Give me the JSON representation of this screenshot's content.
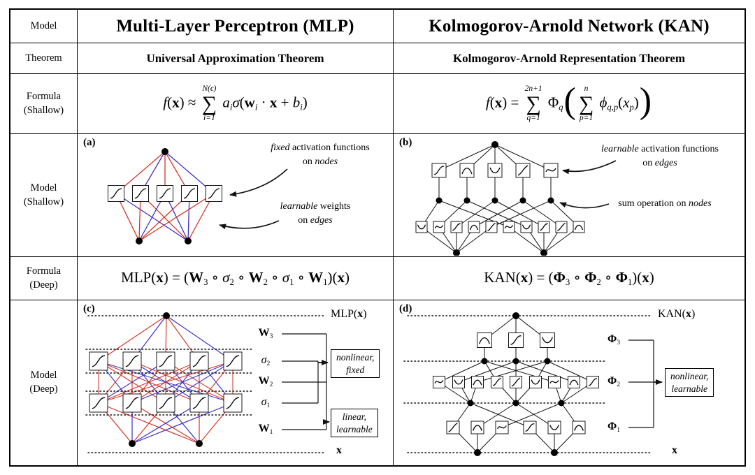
{
  "figure": {
    "row_labels": [
      [
        "Model"
      ],
      [
        "Theorem"
      ],
      [
        "Formula",
        "(Shallow)"
      ],
      [
        "Model",
        "(Shallow)"
      ],
      [
        "Formula",
        "(Deep)"
      ],
      [
        "Model",
        "(Deep)"
      ]
    ],
    "headers": {
      "mlp": "Multi-Layer Perceptron (MLP)",
      "kan": "Kolmogorov-Arnold Network (KAN)"
    },
    "theorems": {
      "mlp": "Universal Approximation Theorem",
      "kan": "Kolmogorov-Arnold Representation Theorem"
    },
    "formulas": {
      "mlp_shallow": [
        {
          "t": "f",
          "i": 1
        },
        {
          "t": "("
        },
        {
          "t": "x",
          "b": 1
        },
        {
          "t": ") ≈ "
        },
        {
          "sum": {
            "top": "N(ϵ)",
            "bot": "i=1"
          }
        },
        {
          "t": " "
        },
        {
          "t": "a",
          "i": 1
        },
        {
          "t": "i",
          "i": 1,
          "sub": 1
        },
        {
          "t": "σ",
          "i": 1
        },
        {
          "t": "("
        },
        {
          "t": "w",
          "b": 1
        },
        {
          "t": "i",
          "i": 1,
          "sub": 1
        },
        {
          "t": " · "
        },
        {
          "t": "x",
          "b": 1
        },
        {
          "t": " + "
        },
        {
          "t": "b",
          "i": 1
        },
        {
          "t": "i",
          "i": 1,
          "sub": 1
        },
        {
          "t": ")"
        }
      ],
      "kan_shallow": [
        {
          "t": "f",
          "i": 1
        },
        {
          "t": "("
        },
        {
          "t": "x",
          "b": 1
        },
        {
          "t": ") = "
        },
        {
          "sum": {
            "top": "2n+1",
            "bot": "q=1"
          }
        },
        {
          "t": " Φ"
        },
        {
          "t": "q",
          "i": 1,
          "sub": 1
        },
        {
          "big": "("
        },
        {
          "sum": {
            "top": "n",
            "bot": "p=1"
          }
        },
        {
          "t": " "
        },
        {
          "t": "ϕ",
          "i": 1
        },
        {
          "t": "q,p",
          "i": 1,
          "sub": 1
        },
        {
          "t": "("
        },
        {
          "t": "x",
          "i": 1
        },
        {
          "t": "p",
          "i": 1,
          "sub": 1
        },
        {
          "t": ")"
        },
        {
          "big": ")"
        }
      ],
      "mlp_deep": [
        {
          "t": "MLP("
        },
        {
          "t": "x",
          "b": 1
        },
        {
          "t": ") = ("
        },
        {
          "t": "W",
          "b": 1
        },
        {
          "t": "3",
          "sub": 1
        },
        {
          "t": " ∘ "
        },
        {
          "t": "σ",
          "i": 1
        },
        {
          "t": "2",
          "sub": 1
        },
        {
          "t": " ∘ "
        },
        {
          "t": "W",
          "b": 1
        },
        {
          "t": "2",
          "sub": 1
        },
        {
          "t": " ∘ "
        },
        {
          "t": "σ",
          "i": 1
        },
        {
          "t": "1",
          "sub": 1
        },
        {
          "t": " ∘ "
        },
        {
          "t": "W",
          "b": 1
        },
        {
          "t": "1",
          "sub": 1
        },
        {
          "t": ")("
        },
        {
          "t": "x",
          "b": 1
        },
        {
          "t": ")"
        }
      ],
      "kan_deep": [
        {
          "t": "KAN("
        },
        {
          "t": "x",
          "b": 1
        },
        {
          "t": ") = ("
        },
        {
          "t": "Φ",
          "b": 1
        },
        {
          "t": "3",
          "sub": 1
        },
        {
          "t": " ∘ "
        },
        {
          "t": "Φ",
          "b": 1
        },
        {
          "t": "2",
          "sub": 1
        },
        {
          "t": " ∘ "
        },
        {
          "t": "Φ",
          "b": 1
        },
        {
          "t": "1",
          "sub": 1
        },
        {
          "t": ")("
        },
        {
          "t": "x",
          "b": 1
        },
        {
          "t": ")"
        }
      ]
    },
    "diagrams": {
      "a": {
        "tag": "(a)",
        "ann1_l1": [
          {
            "t": "fixed",
            "i": 1
          },
          {
            "t": " activation functions"
          }
        ],
        "ann1_l2": [
          {
            "t": "on "
          },
          {
            "t": "nodes",
            "i": 1
          }
        ],
        "ann2_l1": [
          {
            "t": "learnable",
            "i": 1
          },
          {
            "t": " weights"
          }
        ],
        "ann2_l2": [
          {
            "t": "on "
          },
          {
            "t": "edges",
            "i": 1
          }
        ]
      },
      "b": {
        "tag": "(b)",
        "ann1_l1": [
          {
            "t": "learnable",
            "i": 1
          },
          {
            "t": " activation functions"
          }
        ],
        "ann1_l2": [
          {
            "t": "on "
          },
          {
            "t": "edges",
            "i": 1
          }
        ],
        "ann2_l1": [
          {
            "t": "sum operation on "
          },
          {
            "t": "nodes",
            "i": 1
          }
        ]
      },
      "c": {
        "tag": "(c)",
        "output": [
          {
            "t": "MLP("
          },
          {
            "t": "x",
            "b": 1
          },
          {
            "t": ")"
          }
        ],
        "input": [
          {
            "t": "x",
            "b": 1
          }
        ],
        "labels": [
          [
            {
              "t": "W",
              "b": 1
            },
            {
              "t": "3",
              "sub": 1
            }
          ],
          [
            {
              "t": "σ",
              "i": 1
            },
            {
              "t": "2",
              "sub": 1
            }
          ],
          [
            {
              "t": "W",
              "b": 1
            },
            {
              "t": "2",
              "sub": 1
            }
          ],
          [
            {
              "t": "σ",
              "i": 1
            },
            {
              "t": "1",
              "sub": 1
            }
          ],
          [
            {
              "t": "W",
              "b": 1
            },
            {
              "t": "1",
              "sub": 1
            }
          ]
        ],
        "box1_l1": "nonlinear,",
        "box1_l2": "fixed",
        "box2_l1": "linear,",
        "box2_l2": "learnable"
      },
      "d": {
        "tag": "(d)",
        "output": [
          {
            "t": "KAN("
          },
          {
            "t": "x",
            "b": 1
          },
          {
            "t": ")"
          }
        ],
        "input": [
          {
            "t": "x",
            "b": 1
          }
        ],
        "labels": [
          [
            {
              "t": "Φ",
              "b": 1
            },
            {
              "t": "3",
              "sub": 1
            }
          ],
          [
            {
              "t": "Φ",
              "b": 1
            },
            {
              "t": "2",
              "sub": 1
            }
          ],
          [
            {
              "t": "Φ",
              "b": 1
            },
            {
              "t": "1",
              "sub": 1
            }
          ]
        ],
        "box1_l1": "nonlinear,",
        "box1_l2": "learnable"
      }
    },
    "colors": {
      "edge_red": "#d63425",
      "edge_blue": "#3b2fc9",
      "ink": "#111111"
    }
  }
}
